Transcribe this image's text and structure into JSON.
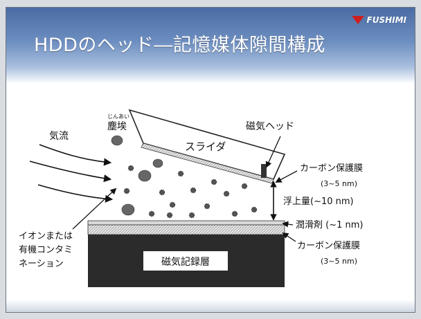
{
  "title": "HDDのヘッド―記憶媒体隙間構成",
  "logo": {
    "text": "FUSHIMI"
  },
  "labels": {
    "airflow": "気流",
    "dust_ruby": "じんあい",
    "dust": "塵埃",
    "head": "磁気ヘッド",
    "slider": "スライダ",
    "carbon_top": "カーボン保護膜",
    "carbon_top_size": "(3~5 nm)",
    "flying_height": "浮上量(~10 nm)",
    "lubricant": "潤滑剤 (~1 nm)",
    "carbon_bottom": "カーボン保護膜",
    "carbon_bottom_size": "(3~5 nm)",
    "contamination_1": "イオンまたは",
    "contamination_2": "有機コンタミ",
    "contamination_3": "ネーション",
    "recording_layer": "磁気記録層"
  },
  "colors": {
    "header": "#4a6ca4",
    "logo_mark": "#cc2020",
    "recording_layer": "#2b2b2b",
    "lubricant": "#d9d9d9",
    "particle": "#666666"
  }
}
